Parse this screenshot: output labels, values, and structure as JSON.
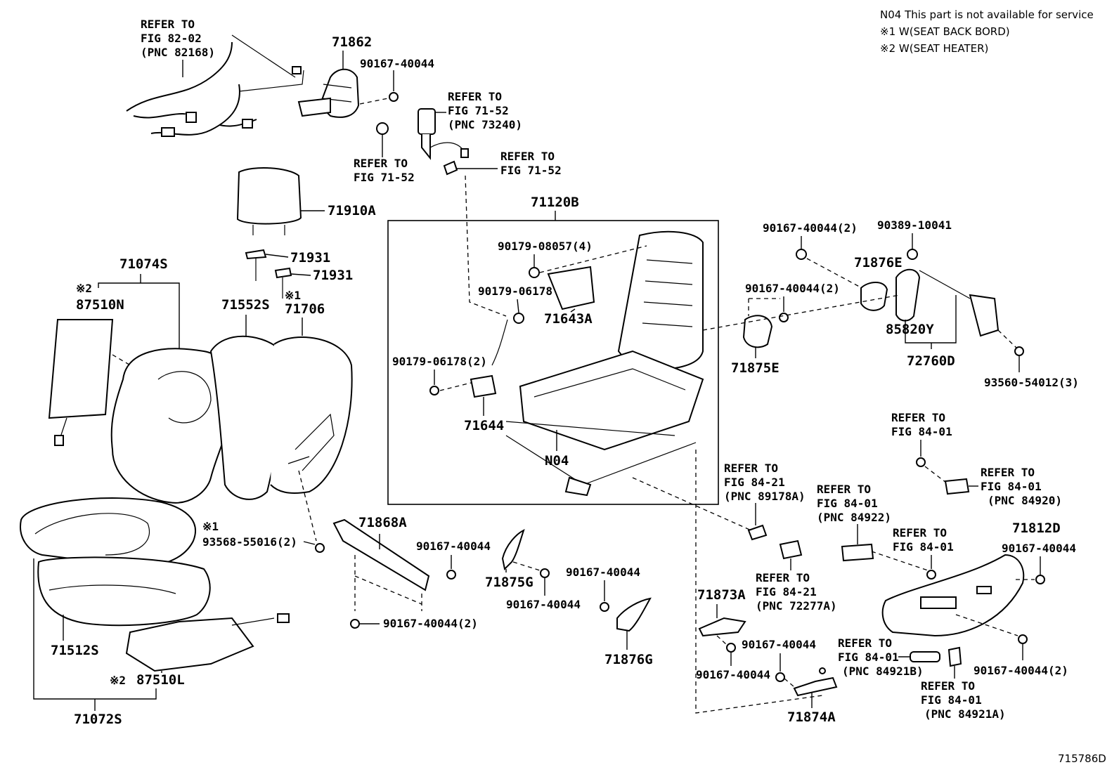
{
  "notes": {
    "n04": "N04 This part is not available for service",
    "m1": "※1 W(SEAT BACK BORD)",
    "m2": "※2 W(SEAT HEATER)"
  },
  "diagram_id": "715786D",
  "refs": {
    "r1": [
      "REFER TO",
      "FIG 82-02",
      "(PNC 82168)"
    ],
    "r2": [
      "REFER TO",
      "FIG 71-52",
      "(PNC 73240)"
    ],
    "r3": [
      "REFER TO",
      "FIG 71-52"
    ],
    "r4": [
      "REFER TO",
      "FIG 71-52"
    ],
    "r5": [
      "REFER TO",
      "FIG 84-01"
    ],
    "r6": [
      "REFER TO",
      "FIG 84-01",
      "(PNC 84920)"
    ],
    "r7": [
      "REFER TO",
      "FIG 84-21",
      "(PNC 89178A)"
    ],
    "r8": [
      "REFER TO",
      "FIG 84-01",
      "(PNC 84922)"
    ],
    "r9": [
      "REFER TO",
      "FIG 84-01"
    ],
    "r10": [
      "REFER TO",
      "FIG 84-21",
      "(PNC 72277A)"
    ],
    "r11": [
      "REFER TO",
      "FIG 84-01",
      "(PNC 84921B)"
    ],
    "r12": [
      "REFER TO",
      "FIG 84-01",
      "(PNC 84921A)"
    ]
  },
  "parts": {
    "p71862": "71862",
    "p90167a": "90167-40044",
    "p71910A": "71910A",
    "p71931a": "71931",
    "p71931b": "71931",
    "p71074S": "71074S",
    "m2a": "※2",
    "p87510N": "87510N",
    "p71552S": "71552S",
    "m1a": "※1",
    "p71706": "71706",
    "m1b": "※1",
    "p93568": "93568-55016(2)",
    "p71512S": "71512S",
    "m2b": "※2",
    "p87510L": "87510L",
    "p71072S": "71072S",
    "p71120B": "71120B",
    "p90179_08057": "90179-08057(4)",
    "p90179_06178": "90179-06178",
    "p71643A": "71643A",
    "p90179_06178_2": "90179-06178(2)",
    "p71644": "71644",
    "pN04": "N04",
    "p90167_2a": "90167-40044(2)",
    "p90389": "90389-10041",
    "p71876E": "71876E",
    "p90167_2b": "90167-40044(2)",
    "p85820Y": "85820Y",
    "p71875E": "71875E",
    "p72760D": "72760D",
    "p93560": "93560-54012(3)",
    "p71868A": "71868A",
    "p90167b": "90167-40044",
    "p90167_2c": "90167-40044(2)",
    "p71875G": "71875G",
    "p90167c": "90167-40044",
    "p90167d": "90167-40044",
    "p71876G": "71876G",
    "p71873A": "71873A",
    "p90167e": "90167-40044",
    "p90167f": "90167-40044",
    "p71874A": "71874A",
    "p71812D": "71812D",
    "p90167g": "90167-40044",
    "p90167_2d": "90167-40044(2)"
  }
}
